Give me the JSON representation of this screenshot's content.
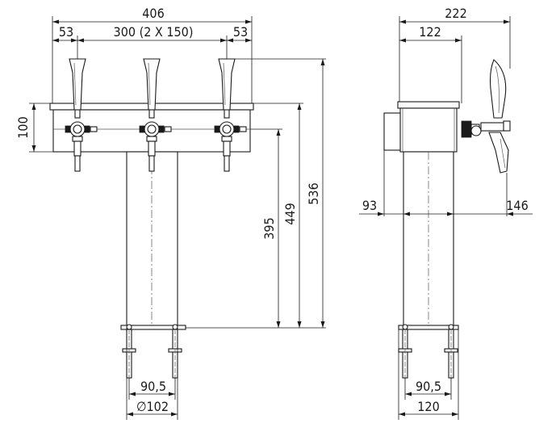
{
  "front_view": {
    "overall_width": "406",
    "left_offset": "53",
    "tap_spacing": "300 (2 X 150)",
    "right_offset": "53",
    "box_height": "100",
    "total_height": "536",
    "height_449": "449",
    "height_395": "395",
    "foot_spacing": "90,5",
    "column_diameter": "∅102"
  },
  "side_view": {
    "overall_depth": "222",
    "box_depth": "122",
    "rear_offset": "93",
    "front_offset": "146",
    "foot_spacing": "90,5",
    "base_width": "120"
  }
}
